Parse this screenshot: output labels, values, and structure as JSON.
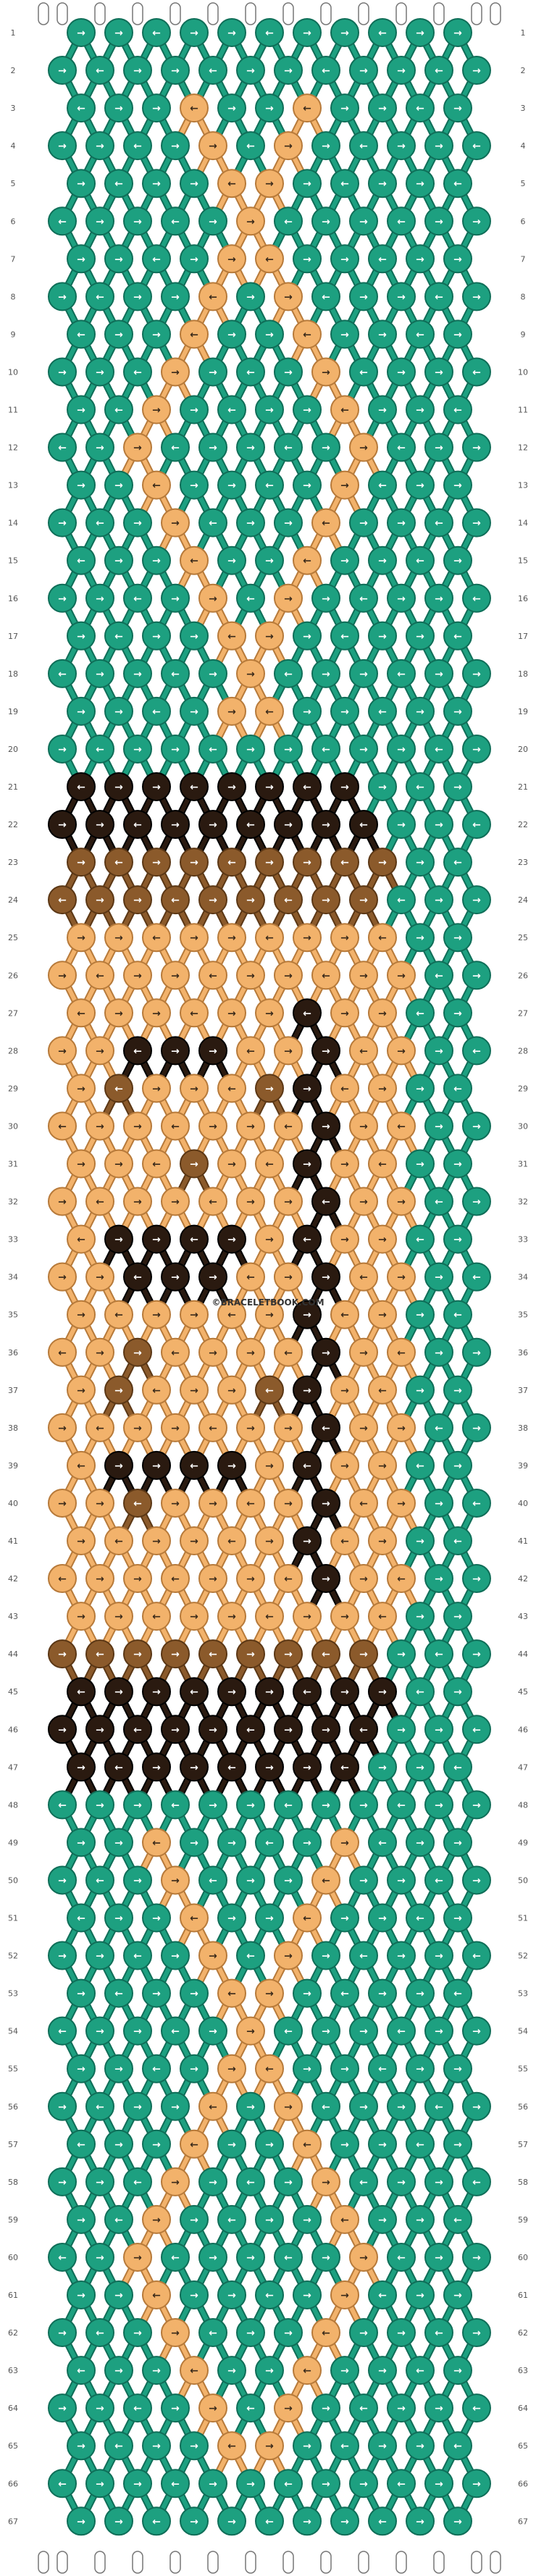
{
  "pattern": {
    "watermark": "©BRACELETBOOK.COM",
    "row_count": 67,
    "row_labels": [
      "1",
      "2",
      "3",
      "4",
      "5",
      "6",
      "7",
      "8",
      "9",
      "10",
      "11",
      "12",
      "13",
      "14",
      "15",
      "16",
      "17",
      "18",
      "19",
      "20",
      "21",
      "22",
      "23",
      "24",
      "25",
      "26",
      "27",
      "28",
      "29",
      "30",
      "31",
      "32",
      "33",
      "34",
      "35",
      "36",
      "37",
      "38",
      "39",
      "40",
      "41",
      "42",
      "43",
      "44",
      "45",
      "46",
      "47",
      "48",
      "49",
      "50",
      "51",
      "52",
      "53",
      "54",
      "55",
      "56",
      "57",
      "58",
      "59",
      "60",
      "61",
      "62",
      "63",
      "64",
      "65",
      "66",
      "67"
    ],
    "colors": {
      "teal": "#1da080",
      "teal_dark": "#0f6e58",
      "tan": "#f2b26b",
      "tan_dark": "#b77a3a",
      "brown": "#8b5a2b",
      "brown_dark": "#5b3715",
      "dark": "#2a1a10",
      "dark_edge": "#000000",
      "string_outline": "#777777"
    },
    "icons": {
      "arrow_right": "→",
      "arrow_left": "←"
    }
  }
}
